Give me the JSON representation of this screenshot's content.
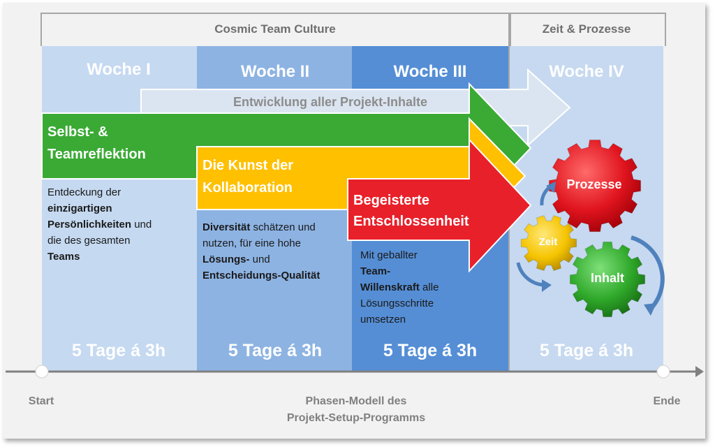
{
  "headers": {
    "culture": "Cosmic Team Culture",
    "zeit": "Zeit & Prozesse"
  },
  "weeks": [
    "Woche I",
    "Woche II",
    "Woche III",
    "Woche IV"
  ],
  "days": [
    "5 Tage á 3h",
    "5 Tage á 3h",
    "5 Tage á 3h",
    "5 Tage á 3h"
  ],
  "arrows": {
    "entwicklung": "Entwicklung aller Projekt-Inhalte",
    "selbst": [
      "Selbst- &",
      "Teamreflektion"
    ],
    "kunst": [
      "Die Kunst der",
      "Kollaboration"
    ],
    "begeistert": [
      "Begeisterte",
      "Entschlossenheit"
    ]
  },
  "desc1": {
    "a": "Entdeckung der",
    "b1": "einzigartigen",
    "b2": "Persönlichkeiten",
    "c": " und",
    "d": "die des gesamten",
    "e": "Teams"
  },
  "desc2": {
    "b1": "Diversität",
    "a1": " schätzen und",
    "a2": "nutzen, für eine hohe",
    "b2": "Lösungs-",
    "a3": " und",
    "b3": "Entscheidungs-Qualität"
  },
  "desc3": {
    "a1": "Mit geballter",
    "b1": "Team-",
    "b2": "Willenskraft",
    "a2": " alle",
    "a3": "Lösungsschritte",
    "a4": "umsetzen"
  },
  "gears": {
    "prozesse": "Prozesse",
    "zeit": "Zeit",
    "inhalt": "Inhalt"
  },
  "timeline": {
    "start": "Start",
    "end": "Ende",
    "caption1": "Phasen-Modell des",
    "caption2": "Projekt-Setup-Programms"
  },
  "colors": {
    "green": "#3aaa35",
    "yellow": "#ffc000",
    "red": "#e8202a",
    "col1": "#c5d9f1",
    "col2": "#8db3e2",
    "col3": "#558ed5",
    "col4": "#c6d9f0"
  }
}
